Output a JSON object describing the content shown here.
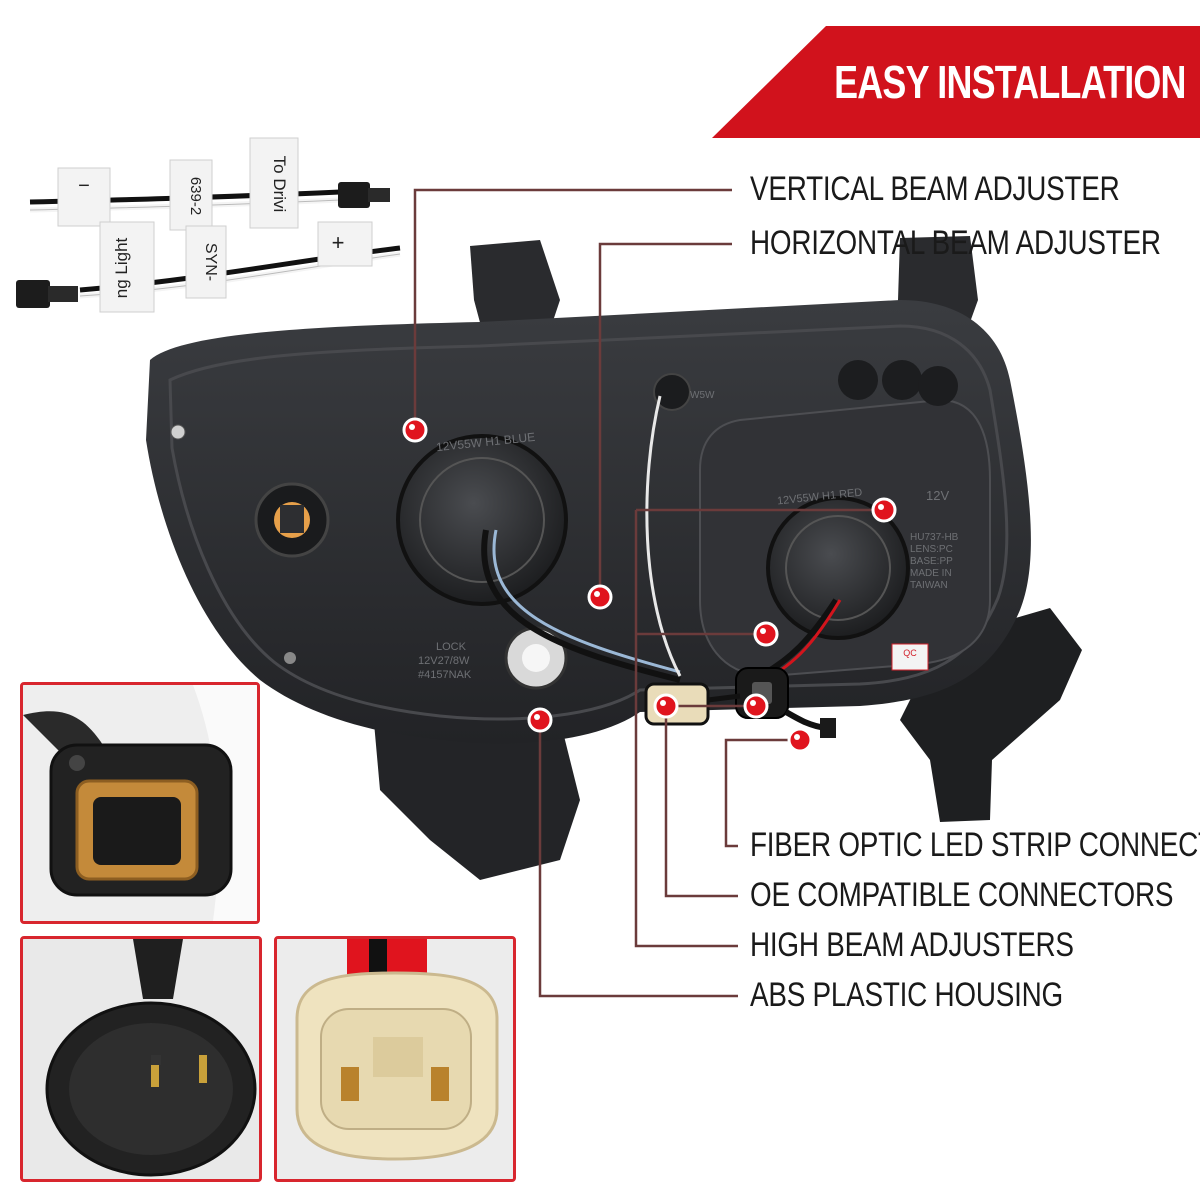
{
  "banner": {
    "title": "EASY INSTALLATION",
    "color": "#d1121c"
  },
  "callouts": [
    {
      "id": "vertical-beam-adjuster",
      "label": "VERTICAL BEAM ADJUSTER"
    },
    {
      "id": "horizontal-beam-adjuster",
      "label": "HORIZONTAL BEAM ADJUSTER"
    },
    {
      "id": "fiber-optic-led-strip-connector",
      "label": "FIBER OPTIC LED STRIP CONNECTOR"
    },
    {
      "id": "oe-compatible-connectors",
      "label": "OE COMPATIBLE CONNECTORS"
    },
    {
      "id": "high-beam-adjusters",
      "label": "HIGH BEAM ADJUSTERS"
    },
    {
      "id": "abs-plastic-housing",
      "label": "ABS PLASTIC HOUSING"
    }
  ],
  "harness": {
    "tag_minus": "−",
    "tag_part": "639-2",
    "tag_to_driving": "To Drivi",
    "tag_light": "ng Light",
    "tag_syn": "SYN-",
    "tag_plus": "+"
  },
  "housing": {
    "bulb_left": "12V55W H1 BLUE",
    "bulb_right": "12V55W H1 RED",
    "w5w": "W5W",
    "lock": "LOCK",
    "small_bulb": "12V27/8W",
    "small_bulb_code": "#4157NAK",
    "voltage": "12V",
    "lens_info_1": "HU737-HB",
    "lens_info_2": "LENS:PC",
    "lens_info_3": "BASE:PP",
    "lens_info_4": "MADE IN",
    "lens_info_5": "TAIWAN",
    "qc": "QC"
  },
  "colors": {
    "accent_red": "#e0141e",
    "inset_border": "#d8262e",
    "label_text": "#1a1a1a",
    "housing_dark": "#2c2e31"
  }
}
